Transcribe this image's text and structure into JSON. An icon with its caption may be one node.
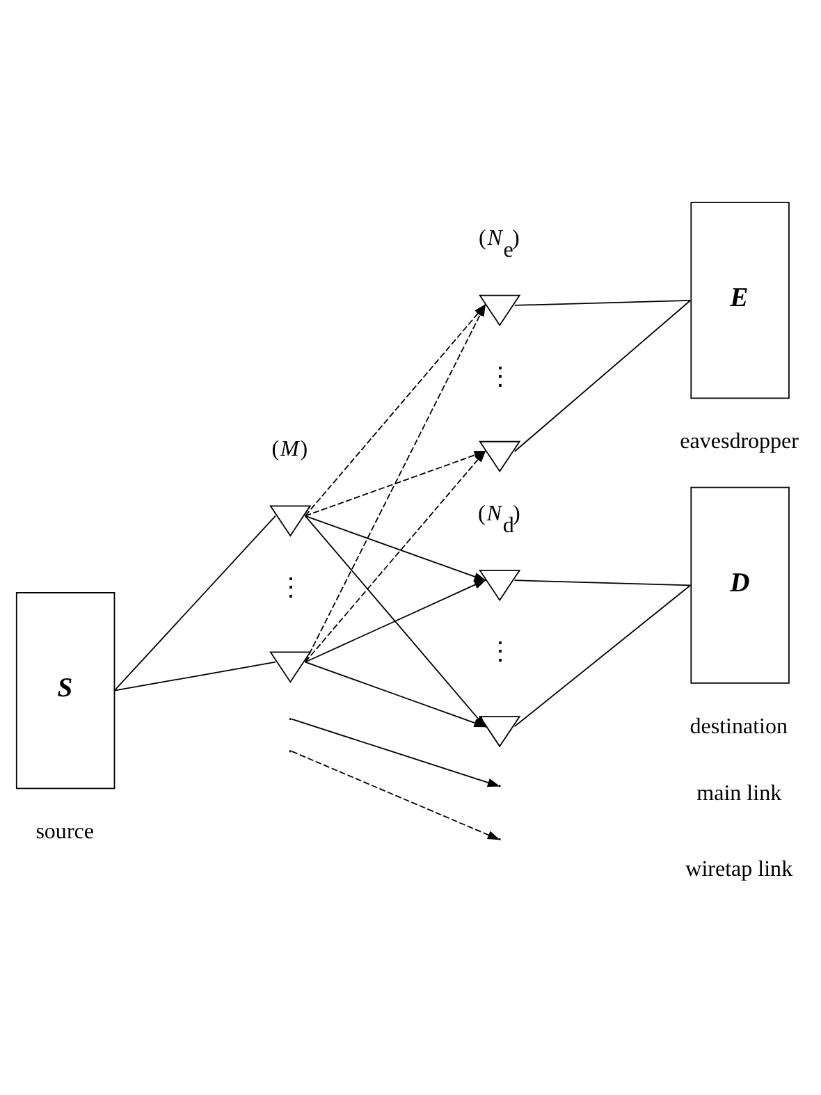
{
  "diagram": {
    "nodes": [
      {
        "text": [
          "S"
        ],
        "beside": [
          "source"
        ]
      },
      {
        "text": [],
        "shape": "triangle",
        "beside": [
          "(*M*)"
        ]
      },
      {
        "text": [],
        "shape": "triangle"
      },
      {
        "text": [],
        "shape": "triangle",
        "beside": [
          "(*N*$_{d}$)"
        ]
      },
      {
        "text": [],
        "shape": "triangle"
      },
      {
        "text": [
          "D"
        ],
        "beside": [
          "destination"
        ]
      },
      {
        "text": [],
        "shape": "triangle",
        "beside": [
          "(*N*$_{e}$)"
        ]
      },
      {
        "text": [],
        "shape": "triangle"
      },
      {
        "text": [
          "E"
        ],
        "beside": [
          "eavesdropper"
        ]
      }
    ],
    "edges": [
      {
        "from": 0,
        "to": 1,
        "arrow": "none"
      },
      {
        "from": 0,
        "to": 2,
        "arrow": "none"
      },
      {
        "from": 1,
        "to": 3,
        "arrow": "to"
      },
      {
        "from": 1,
        "to": 4,
        "arrow": "to"
      },
      {
        "from": 2,
        "to": 3,
        "arrow": "to"
      },
      {
        "from": 2,
        "to": 4,
        "arrow": "to"
      },
      {
        "from": 1,
        "to": 6,
        "arrow": "to",
        "style": "dashed"
      },
      {
        "from": 1,
        "to": 7,
        "arrow": "to",
        "style": "dashed"
      },
      {
        "from": 2,
        "to": 6,
        "arrow": "to",
        "style": "dashed"
      },
      {
        "from": 2,
        "to": 7,
        "arrow": "to",
        "style": "dashed"
      },
      {
        "from": 3,
        "to": 5,
        "arrow": "none"
      },
      {
        "from": 4,
        "to": 5,
        "arrow": "none"
      },
      {
        "from": 6,
        "to": 8,
        "arrow": "none"
      },
      {
        "from": 7,
        "to": 8,
        "arrow": "none"
      }
    ],
    "labels": [
      "⋮",
      "⋮",
      "⋮"
    ],
    "legend": [
      {
        "text": "main link"
      },
      {
        "text": "wiretap link"
      }
    ]
  }
}
